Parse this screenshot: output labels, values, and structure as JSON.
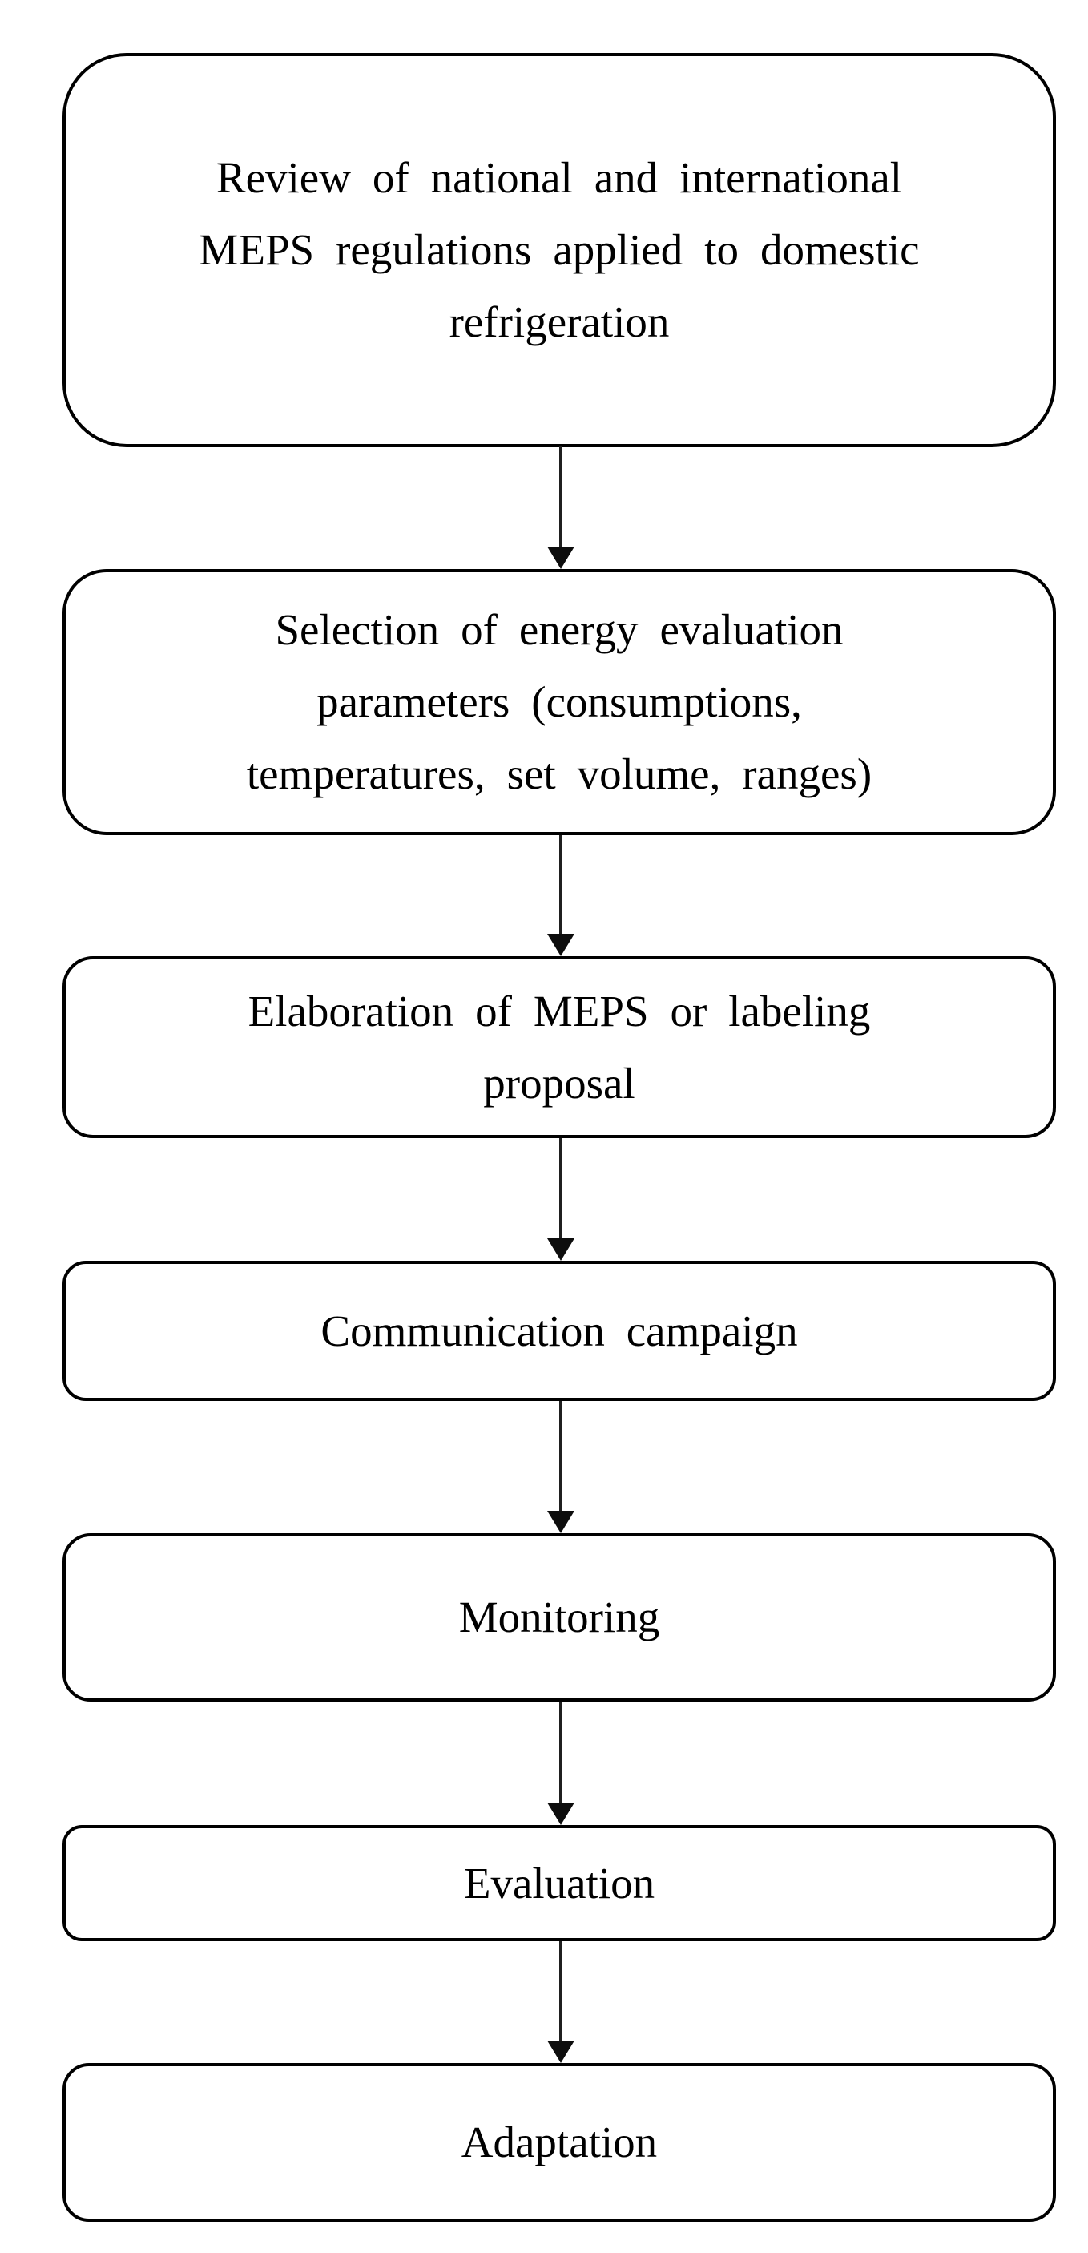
{
  "figure": {
    "kind": "flowchart",
    "direction": "top-down",
    "background_color": "#ffffff",
    "box_border_color": "#000000",
    "text_color": "#000000",
    "arrow_color": "#1f1f1f",
    "step_count": 7,
    "arrow_count": 6
  },
  "flowchart": {
    "steps": [
      {
        "id": 1,
        "label": "Review of national and international MEPS regulations applied to domestic refrigeration",
        "lines": [
          "Review of national and international",
          "MEPS regulations applied to domestic",
          "refrigeration"
        ]
      },
      {
        "id": 2,
        "label": "Selection of energy evaluation parameters (consumptions, temperatures, set volume, ranges)",
        "lines": [
          "Selection of energy evaluation",
          "parameters (consumptions,",
          "temperatures, set volume, ranges)"
        ]
      },
      {
        "id": 3,
        "label": "Elaboration of MEPS or labeling proposal",
        "lines": [
          "Elaboration of MEPS or labeling",
          "proposal"
        ]
      },
      {
        "id": 4,
        "label": "Communication campaign",
        "lines": [
          "Communication campaign"
        ]
      },
      {
        "id": 5,
        "label": "Monitoring",
        "lines": [
          "Monitoring"
        ]
      },
      {
        "id": 6,
        "label": "Evaluation",
        "lines": [
          "Evaluation"
        ]
      },
      {
        "id": 7,
        "label": "Adaptation",
        "lines": [
          "Adaptation"
        ]
      }
    ]
  }
}
